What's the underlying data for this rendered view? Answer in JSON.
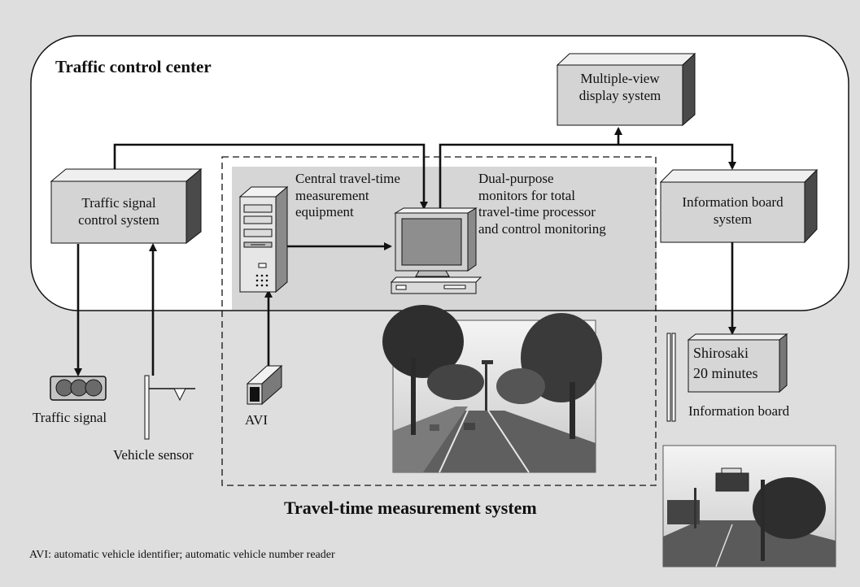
{
  "control_center": {
    "label": "Traffic control center"
  },
  "measurement_system": {
    "label": "Travel-time measurement system"
  },
  "boxes": {
    "multiple_view": "Multiple-view\ndisplay system",
    "traffic_signal_control": "Traffic signal\ncontrol system",
    "information_board_system": "Information board\nsystem"
  },
  "labels": {
    "central_equipment": "Central travel-time\nmeasurement\nequipment",
    "monitors": "Dual-purpose\nmonitors for total\ntravel-time processor\nand control monitoring",
    "traffic_signal": "Traffic signal",
    "vehicle_sensor": "Vehicle sensor",
    "avi": "AVI",
    "information_board": "Information board"
  },
  "sign": {
    "line1": "Shirosaki",
    "line2": "20 minutes"
  },
  "footnote": "AVI: automatic vehicle identifier; automatic vehicle number reader"
}
